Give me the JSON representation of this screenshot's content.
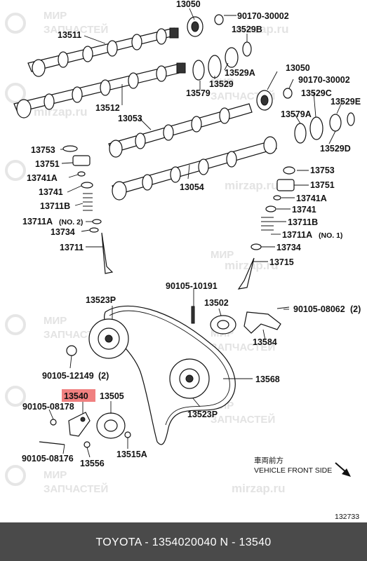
{
  "watermark": {
    "line1": "МИР",
    "line2": "ЗАПЧАСТЕЙ",
    "site": "mirzap.ru"
  },
  "labels": {
    "p13050a": "13050",
    "p90170a": "90170-30002",
    "p13511": "13511",
    "p13529B": "13529B",
    "p13579a": "13579",
    "p13529": "13529",
    "p13529A": "13529A",
    "p13512": "13512",
    "p13050b": "13050",
    "p90170b": "90170-30002",
    "p13529C": "13529C",
    "p13529E": "13529E",
    "p13579A": "13579A",
    "p13529D": "13529D",
    "p13053": "13053",
    "p13753a": "13753",
    "p13751a": "13751",
    "p13741Aa": "13741A",
    "p13741a": "13741",
    "p13711Ba": "13711B",
    "p13711Aa": "13711A",
    "p13711Aa_no": "(NO. 2)",
    "p13734a": "13734",
    "p13711": "13711",
    "p13054": "13054",
    "p13753b": "13753",
    "p13751b": "13751",
    "p13741Ab": "13741A",
    "p13741b": "13741",
    "p13711Bb": "13711B",
    "p13711Ab": "13711A",
    "p13711Ab_no": "(NO. 1)",
    "p13734b": "13734",
    "p13715": "13715",
    "p90105_10191": "90105-10191",
    "p13523Pa": "13523P",
    "p13502": "13502",
    "p90105_08062": "90105-08062",
    "p90105_08062_q": "(2)",
    "p13584": "13584",
    "p90105_12149": "90105-12149",
    "p90105_12149_q": "(2)",
    "p13568": "13568",
    "p13540": "13540",
    "p13505": "13505",
    "p90105_08178": "90105-08178",
    "p13523Pb": "13523P",
    "p90105_08176": "90105-08176",
    "p13556": "13556",
    "p13515A": "13515A"
  },
  "vehicle_front": {
    "jp": "車両前方",
    "en": "VEHICLE FRONT SIDE"
  },
  "diagram_number": "132733",
  "highlight": {
    "part": "13540",
    "color": "#f08080"
  },
  "footer": {
    "text": "TOYOTA - 1354020040     N - 13540"
  }
}
